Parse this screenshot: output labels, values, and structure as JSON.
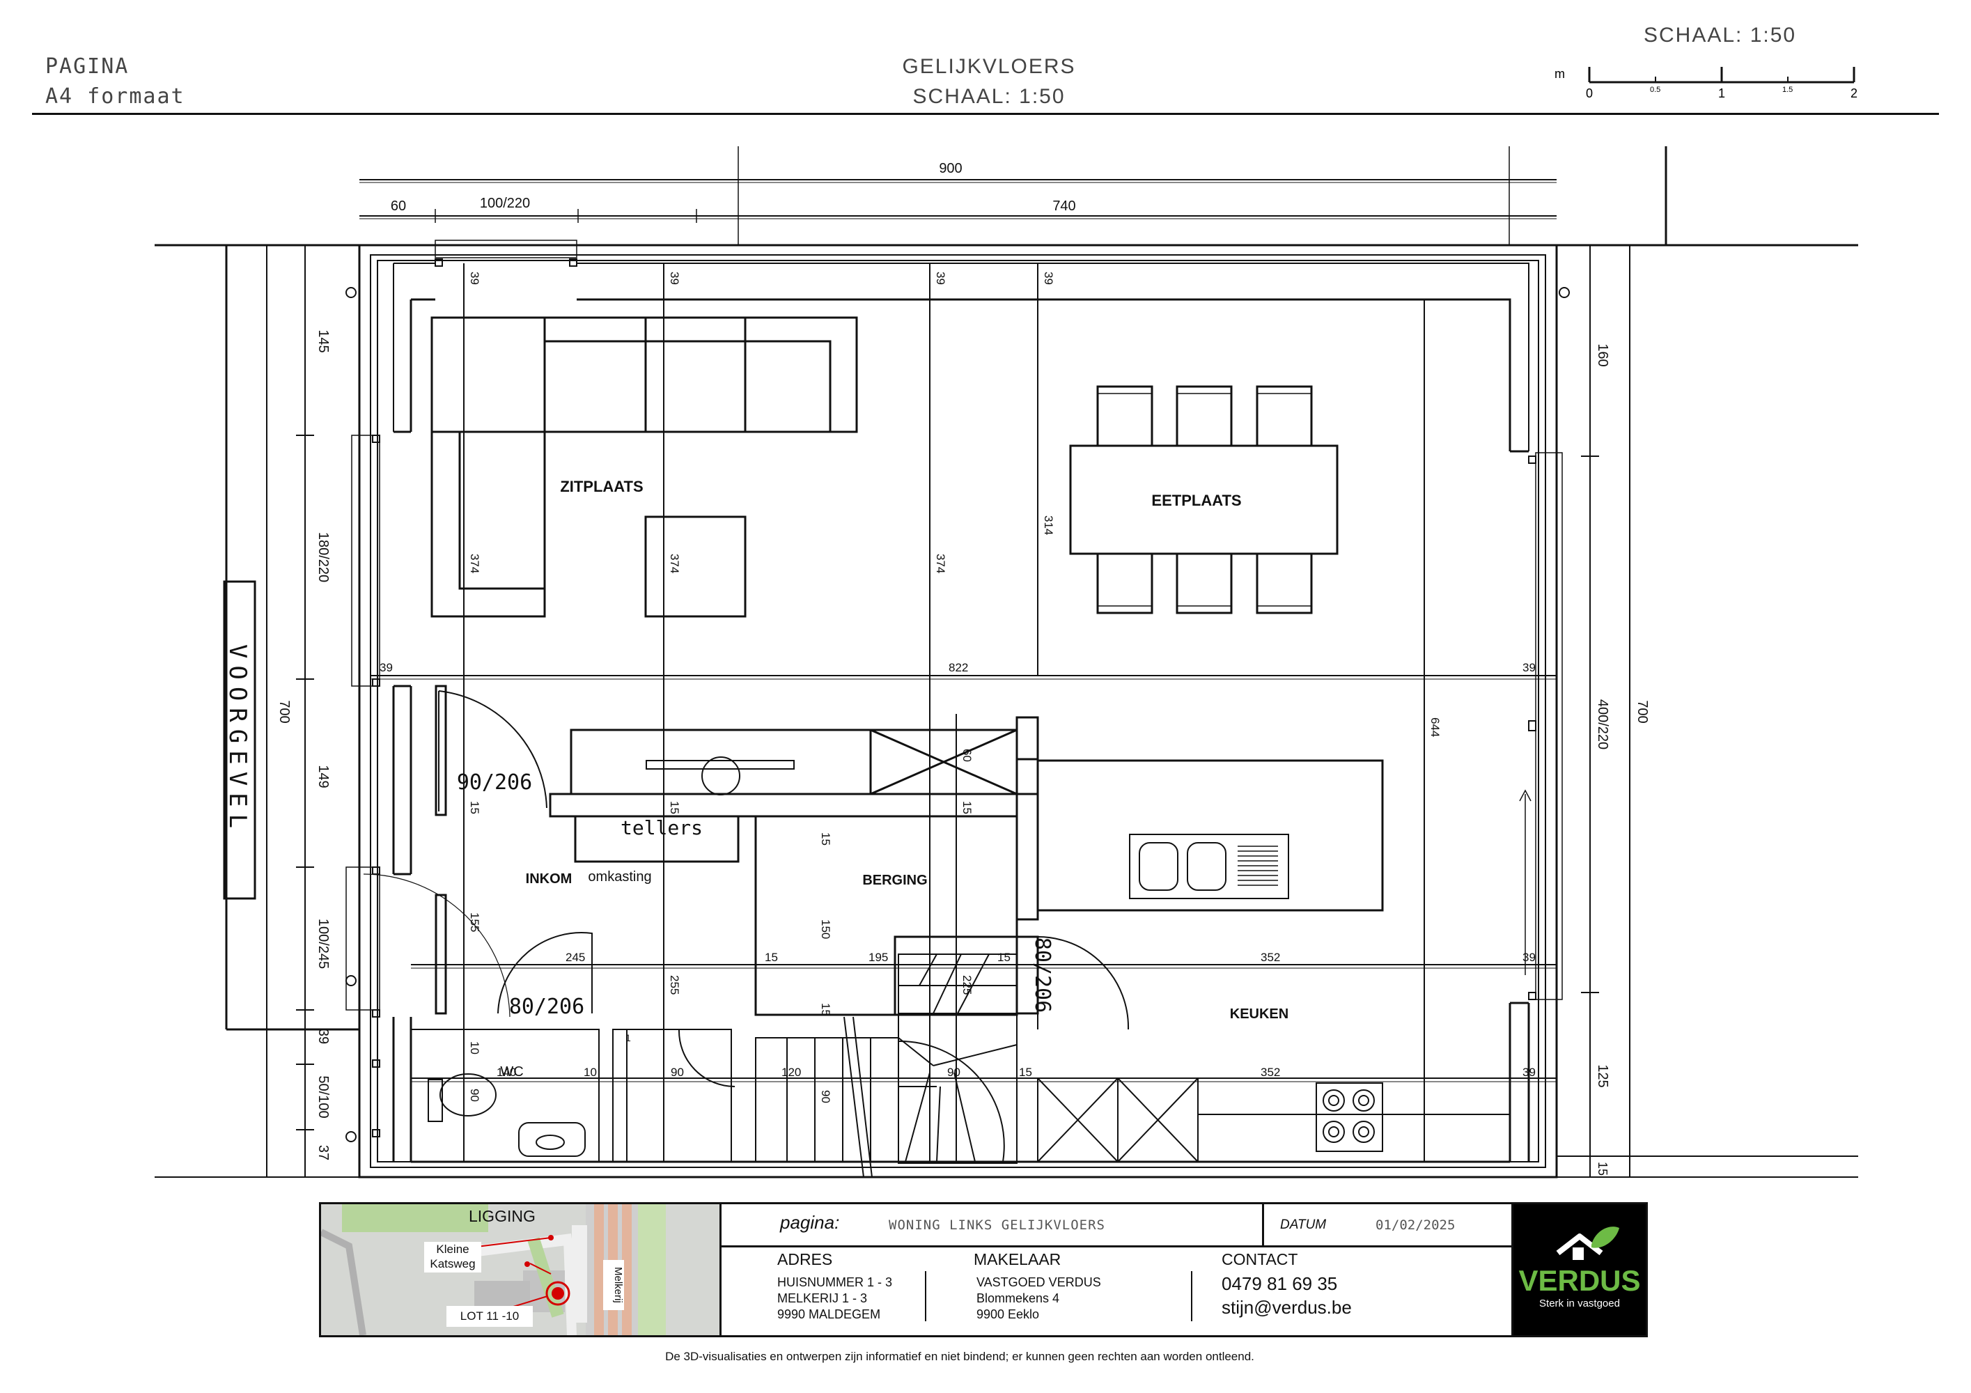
{
  "header": {
    "left_line1": "PAGINA",
    "left_line2": "A4 formaat",
    "center_line1": "GELIJKVLOERS",
    "center_line2": "SCHAAL: 1:50",
    "scale_title": "SCHAAL: 1:50",
    "scale_unit": "m",
    "scale_ticks": [
      "0",
      "0.5",
      "1",
      "1.5",
      "2"
    ]
  },
  "plan": {
    "rooms": {
      "zitplaats": "ZITPLAATS",
      "eetplaats": "EETPLAATS",
      "inkom": "INKOM",
      "omkasting": "omkasting",
      "berging": "BERGING",
      "keuken": "KEUKEN",
      "wc": "WC",
      "tellers": "tellers",
      "voorgevel": "VOORGEVEL"
    },
    "doors": {
      "d1": "90/206",
      "d2": "80/206",
      "d3": "80/206"
    },
    "dimensions_top": {
      "total": "900",
      "left": "60",
      "window": "100/220",
      "right": "740"
    },
    "dimensions_left": [
      "145",
      "180/220",
      "149",
      "100/245",
      "39",
      "50/100",
      "37",
      "700"
    ],
    "dimensions_right": [
      "160",
      "400/220",
      "125",
      "15",
      "700"
    ],
    "dimensions_inner": {
      "w39a": "39",
      "w39b": "39",
      "w39c": "39",
      "w39d": "39",
      "h374a": "374",
      "h374b": "374",
      "h374c": "374",
      "h314": "314",
      "l39": "39",
      "w822": "822",
      "r39": "39",
      "h644": "644",
      "v60": "60",
      "s15a": "15",
      "s15b": "15",
      "s15c": "15",
      "d155": "155",
      "d245": "245",
      "d255": "255",
      "d15d": "15",
      "d195": "195",
      "d150": "150",
      "d15e": "15",
      "d225": "225",
      "d15f": "15",
      "d352a": "352",
      "r39b": "39",
      "d10a": "10",
      "d140": "140",
      "d10b": "10",
      "d90a": "90",
      "d120": "120",
      "d90b": "90",
      "d90c": "90",
      "d15g": "15",
      "d352b": "352",
      "r39c": "39",
      "d90d": "90",
      "d1": "1",
      "d15h": "15"
    }
  },
  "titleblock": {
    "map": {
      "title": "LIGGING",
      "street1": "Kleine\nKatsweg",
      "street1_a": "Kleine",
      "street1_b": "Katsweg",
      "street2": "Melkerij",
      "lot": "LOT 11 -10"
    },
    "pagina_label": "pagina:",
    "pagina_value": "WONING LINKS GELIJKVLOERS",
    "datum_label": "DATUM",
    "datum_value": "01/02/2025",
    "adres_label": "ADRES",
    "adres_lines": [
      "HUISNUMMER  1 - 3",
      "MELKERIJ 1 - 3",
      "9990 MALDEGEM"
    ],
    "makelaar_label": "MAKELAAR",
    "makelaar_lines": [
      "VASTGOED VERDUS",
      "Blommekens 4",
      "9900 Eeklo"
    ],
    "contact_label": "CONTACT",
    "contact_phone": "0479 81 69 35",
    "contact_email": "stijn@verdus.be",
    "logo_name": "VERDUS",
    "logo_tagline": "Sterk in vastgoed",
    "brand_green": "#6dbb45"
  },
  "disclaimer": "De 3D-visualisaties en ontwerpen zijn informatief en niet bindend; er kunnen geen rechten aan worden ontleend."
}
